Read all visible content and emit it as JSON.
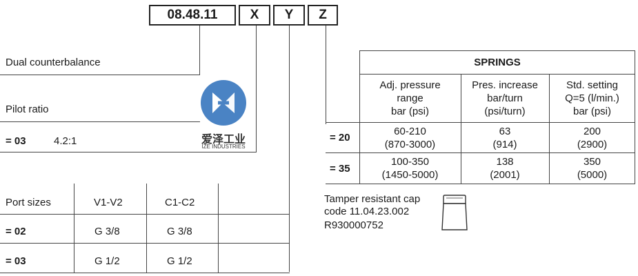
{
  "code": {
    "base": "08.48.11",
    "x": "X",
    "y": "Y",
    "z": "Z"
  },
  "description": "Dual counterbalance",
  "pilot": {
    "label": "Pilot ratio",
    "option_code": "= 03",
    "option_value": "4.2:1"
  },
  "logo": {
    "chinese": "爱泽工业",
    "english": "IZE INDUSTRIES",
    "color": "#4a83c4"
  },
  "ports": {
    "headers": [
      "Port sizes",
      "V1-V2",
      "C1-C2"
    ],
    "rows": [
      {
        "code": "= 02",
        "v1v2": "G 3/8",
        "c1c2": "G 3/8"
      },
      {
        "code": "= 03",
        "v1v2": "G 1/2",
        "c1c2": "G 1/2"
      }
    ]
  },
  "springs": {
    "title": "SPRINGS",
    "columns": [
      [
        "Adj. pressure",
        "range",
        "bar (psi)"
      ],
      [
        "Pres. increase",
        "bar/turn",
        "(psi/turn)"
      ],
      [
        "Std. setting",
        "Q=5 (l/min.)",
        "bar (psi)"
      ]
    ],
    "rows": [
      {
        "code": "= 20",
        "cells": [
          [
            "60-210",
            "(870-3000)"
          ],
          [
            "63",
            "(914)"
          ],
          [
            "200",
            "(2900)"
          ]
        ]
      },
      {
        "code": "= 35",
        "cells": [
          [
            "100-350",
            "(1450-5000)"
          ],
          [
            "138",
            "(2001)"
          ],
          [
            "350",
            "(5000)"
          ]
        ]
      }
    ]
  },
  "tamper": {
    "line1": "Tamper resistant cap",
    "line2": "code 11.04.23.002",
    "line3": "R930000752"
  }
}
